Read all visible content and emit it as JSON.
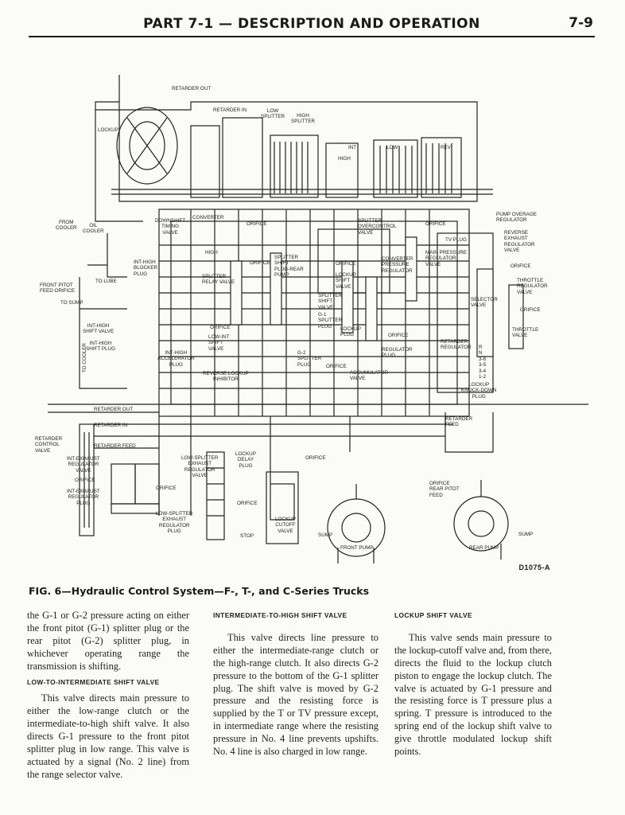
{
  "header": {
    "title": "PART 7-1 — DESCRIPTION AND OPERATION",
    "page": "7-9"
  },
  "diagram": {
    "code": "D1075-A",
    "labels": {
      "retarder_out_top": "RETARDER OUT",
      "retarder_in_top": "RETARDER IN",
      "low_splitter": "LOW\nSPLITTER",
      "high_splitter": "HIGH\nSPLITTER",
      "lockup_clutch": "LOCKUP",
      "int": "INT",
      "low": "LOW",
      "rev": "REV",
      "high": "HIGH",
      "from_cooler": "FROM\nCOOLER",
      "oil_cooler": "OIL\nCOOLER",
      "front_pitot": "FRONT PITOT\nFEED ORIFICE",
      "to_lube": "TO LUBE",
      "to_sump": "TO SUMP",
      "int_high_shift_valve": "INT-HIGH\nSHIFT VALVE",
      "int_high_shift_plug": "INT-HIGH\nSHIFT PLUG",
      "downshift_timing": "DOWNSHIFT\nTIMING\nVALVE",
      "converter": "CONVERTER",
      "orifice_a": "ORIFICE",
      "int_high_blocker": "INT-HIGH\nBLOCKER\nPLUG",
      "high_lbl": "HIGH",
      "orifice_b": "ORIFICE",
      "splitter_relay": "SPLITTER\nRELAY VALVE",
      "splitter_shift_plug": "SPLITTER\nSHIFT\nPLUG-REAR\nPUMP",
      "splitter_overcontrol": "SPLITTER\nOVERCONTROL\nVALVE",
      "orifice_c": "ORIFICE",
      "tv_plug": "TV PLUG",
      "main_pressure": "MAIN PRESSURE\nREGULATOR\nVALVE",
      "converter_pressure": "CONVERTER\nPRESSURE\nREGULATOR",
      "orifice_d": "ORIFICE",
      "lockup_shift_valve": "LOCKUP\nSHIFT\nVALVE",
      "splitter_shift_valve": "SPLITTER\nSHIFT\nVALVE",
      "g1_splitter_plug": "G-1\nSPLITTER\nPLUG",
      "lockup_plug": "LOCKUP\nPLUG",
      "orifice_e": "ORIFICE",
      "retarder_regulator": "RETARDER\nREGULATOR",
      "regulator_plug": "REGULATOR\nPLUG",
      "selector_valve": "SELECTOR\nVALVE",
      "pump_overage": "PUMP OVERAGE\nREGULATOR",
      "reverse_exhaust": "REVERSE\nEXHAUST\nREGULATOR\nVALVE",
      "orifice_f": "ORIFICE",
      "throttle_regulator": "THROTTLE\nREGULATOR\nVALVE",
      "orifice_g": "ORIFICE",
      "throttle_valve": "THROTTLE\nVALVE",
      "selector_positions": "R\nN\n3-6\n3-5\n3-4\n1-2",
      "orifice_h": "ORIFICE",
      "low_int_shift": "LOW-INT\nSHIFT\nVALVE",
      "int_high_accel": "INT-HIGH\nACCELERATOR\nPLUG",
      "g2_splitter": "G-2\nSPLITTER\nPLUG",
      "orifice_i": "ORIFICE",
      "accumulator": "ACCUMULATOR\nVALVE",
      "reverse_lockup": "REVERSE LOCKUP\nINHIBITOR",
      "lockup_knockdown": "LOCKUP\nKNOCK-DOWN\nPLUG",
      "retarder_out": "RETARDER OUT",
      "retarder_in": "RETARDER IN",
      "retarder_feed_left": "RETARDER FEED",
      "retarder_feed_right": "RETARDER\nFEED",
      "retarder_control": "RETARDER\nCONTROL\nVALVE",
      "int_exhaust_valve": "INT-EXHAUST\nREGULATOR\nVALVE",
      "orifice_j": "ORIFICE",
      "int_exhaust_plug": "INT-EXHAUST\nREGULATOR\nPLUG",
      "orifice_k": "ORIFICE",
      "low_splitter_valve": "LOW-SPLITTER\nEXHAUST\nREGULATOR\nVALVE",
      "low_splitter_plug": "LOW-SPLITTER\nEXHAUST\nREGULATOR\nPLUG",
      "lockup_delay": "LOCKUP\nDELAY\nPLUG",
      "orifice_l": "ORIFICE",
      "orifice_m": "ORIFICE",
      "lockup_cutoff": "LOCKUP\nCUTOFF\nVALVE",
      "stop": "STOP",
      "sump_left": "SUMP",
      "front_pump": "FRONT PUMP",
      "orifice_rear": "ORIFICE\nREAR PITOT\nFEED",
      "rear_pump": "REAR PUMP",
      "sump_right": "SUMP",
      "to_cooler": "TO COOLER"
    }
  },
  "caption": "FIG. 6—Hydraulic Control System—F-, T-, and C-Series Trucks",
  "columns": {
    "col1": {
      "p1": "the G-1 or G-2 pressure acting on either the front pitot (G-1) splitter plug or the rear pitot (G-2) splitter plug, in whichever operating range the transmission is shifting.",
      "heading": "LOW-TO-INTERMEDIATE SHIFT VALVE",
      "p2": "This valve directs main pressure to either the low-range clutch or the intermediate-to-high shift valve. It also directs G-1 pressure to the front pitot splitter plug in low range. This valve is actuated by a signal (No. 2 line) from the range selector valve."
    },
    "col2": {
      "heading": "INTERMEDIATE-TO-HIGH SHIFT VALVE",
      "p1": "This valve directs line pressure to either the intermediate-range clutch or the high-range clutch. It also directs G-2 pressure to the bottom of the G-1 splitter plug. The shift valve is moved by G-2 pressure and the resisting force is supplied by the T or TV pressure except, in intermediate range where the resisting pressure in No. 4 line prevents upshifts. No. 4 line is also charged in low range."
    },
    "col3": {
      "heading": "LOCKUP SHIFT VALVE",
      "p1": "This valve sends main pressure to the lockup-cutoff valve and, from there, directs the fluid to the lockup clutch piston to engage the lockup clutch. The valve is actuated by G-1 pressure and the resisting force is T pressure plus a spring. T pressure is introduced to the spring end of the lockup shift valve to give throttle modulated lockup shift points."
    }
  }
}
